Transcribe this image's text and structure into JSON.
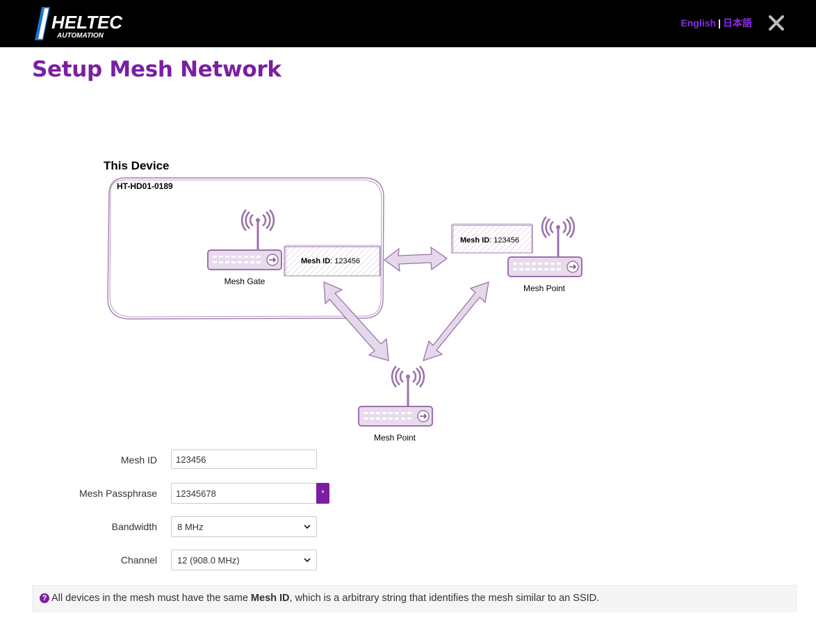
{
  "header": {
    "logo_text": "HELTEC",
    "logo_subtext": "AUTOMATION",
    "lang_english": "English",
    "lang_separator": "|",
    "lang_japanese": "日本語"
  },
  "page": {
    "title": "Setup Mesh Network"
  },
  "diagram": {
    "this_device_label": "This Device",
    "device_hostname": "HT-HD01-0189",
    "gate": {
      "label": "Mesh Gate",
      "mesh_id_key": "Mesh ID",
      "mesh_id_value": ": 123456"
    },
    "point_right": {
      "label": "Mesh Point",
      "mesh_id_key": "Mesh ID",
      "mesh_id_value": ": 123456"
    },
    "point_bottom": {
      "label": "Mesh Point"
    }
  },
  "form": {
    "mesh_id": {
      "label": "Mesh ID",
      "value": "123456"
    },
    "passphrase": {
      "label": "Mesh Passphrase",
      "value": "12345678",
      "reveal_symbol": "*"
    },
    "bandwidth": {
      "label": "Bandwidth",
      "value": "8 MHz"
    },
    "channel": {
      "label": "Channel",
      "value": "12 (908.0 MHz)"
    }
  },
  "help": {
    "icon": "?",
    "text_before": "All devices in the mesh must have the same ",
    "text_bold": "Mesh ID",
    "text_after": ", which is a arbitrary string that identifies the mesh similar to an SSID."
  },
  "colors": {
    "accent": "#7b1fa2",
    "diagram_stroke": "#9b72a9",
    "diagram_fill": "#e4d8ea"
  }
}
